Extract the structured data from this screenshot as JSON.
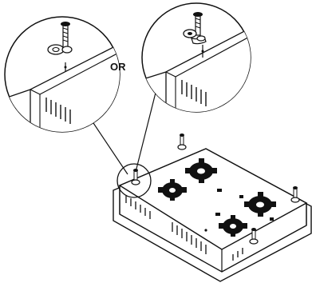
{
  "diagram": {
    "or_label": "OR",
    "colors": {
      "line": "#111111",
      "fill": "#ffffff",
      "burner": "#111111"
    },
    "callouts": [
      {
        "name": "screw-and-clip-option-a",
        "icon": "screw-with-washer-clip-icon"
      },
      {
        "name": "screw-and-clip-option-b",
        "icon": "screw-with-spring-clip-icon"
      }
    ],
    "main_object": {
      "name": "cooktop-underside",
      "burner_count": 4,
      "icon": "cooktop-icon"
    }
  }
}
